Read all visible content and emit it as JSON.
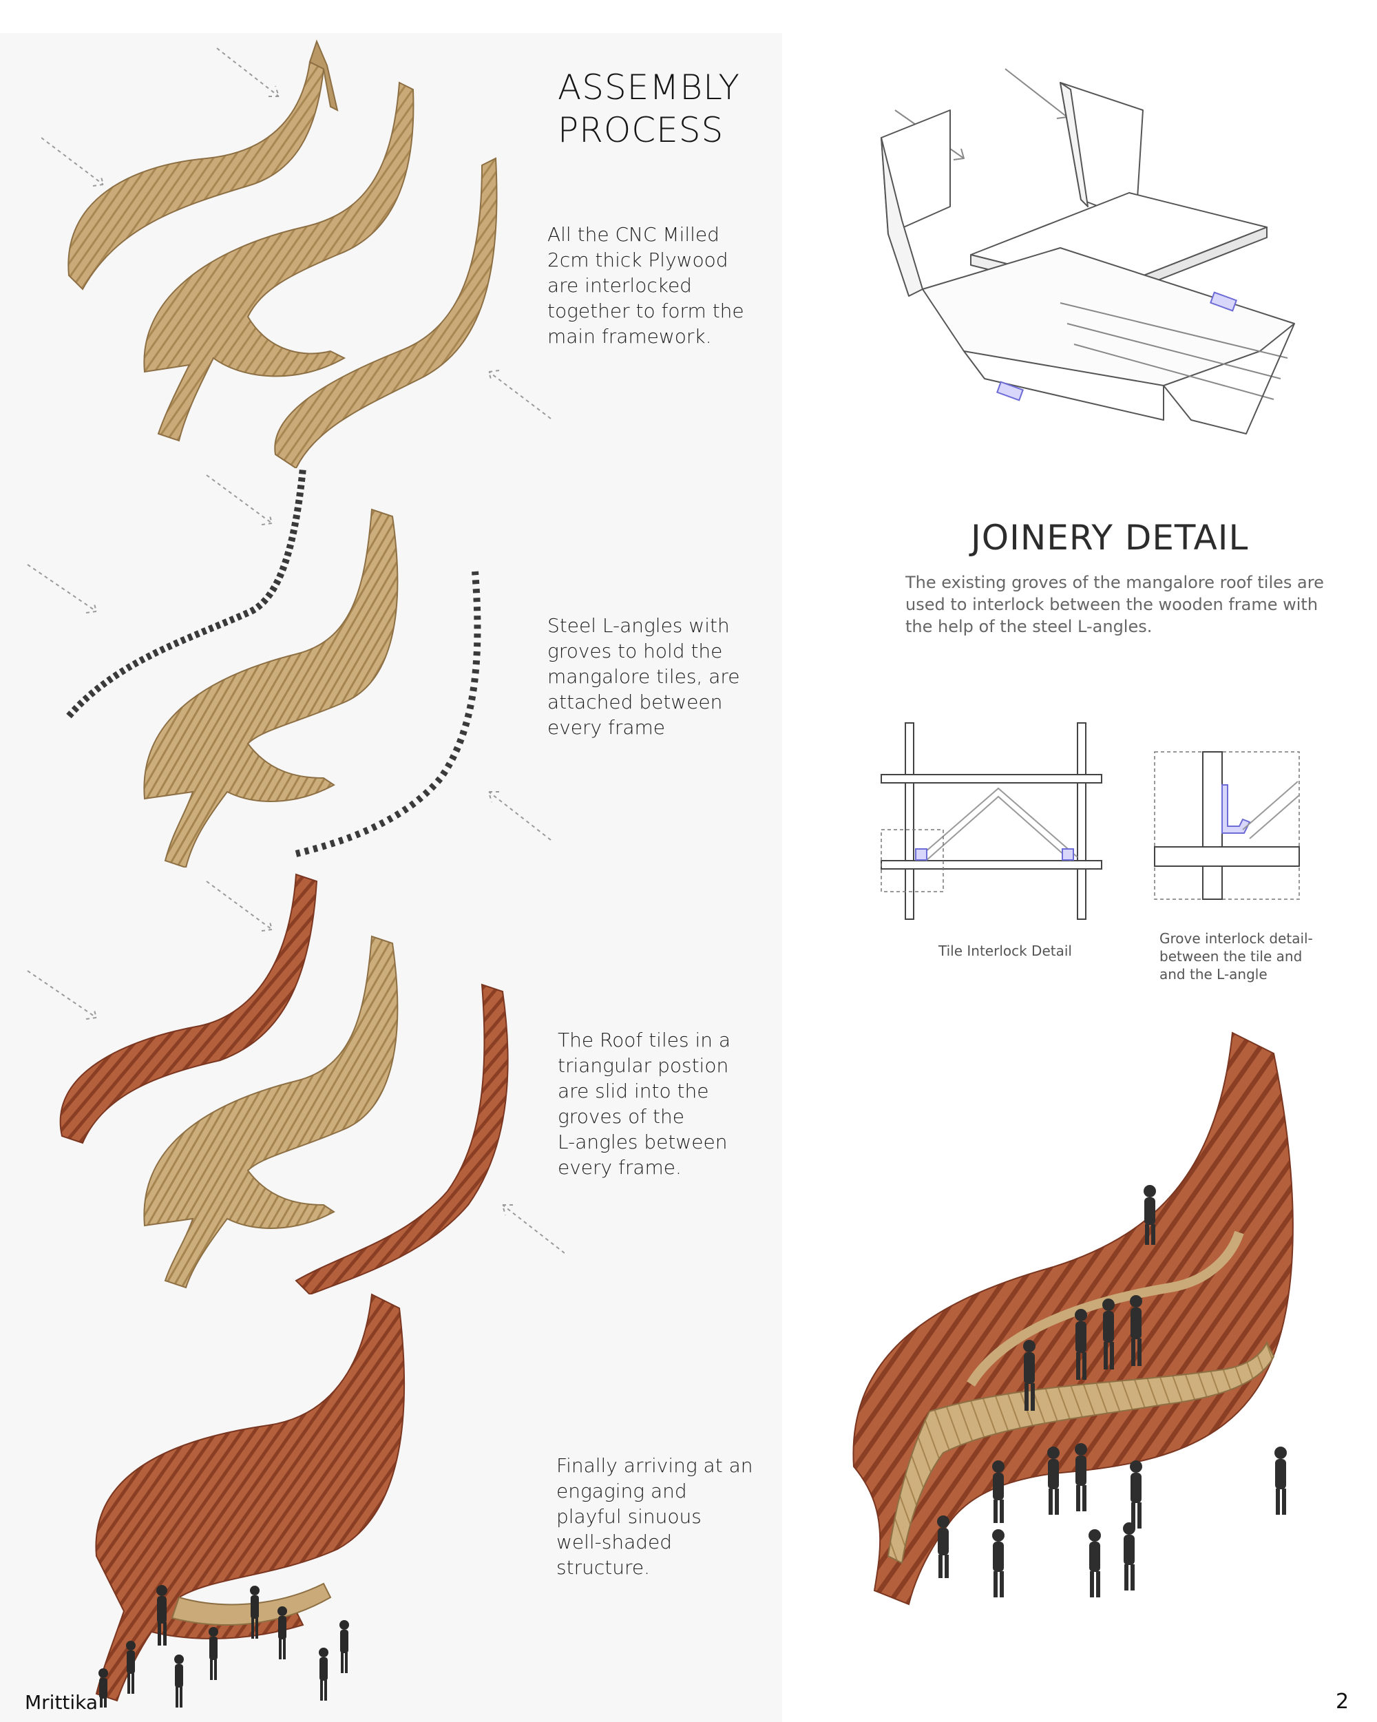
{
  "assembly": {
    "title": "ASSEMBLY\nPROCESS",
    "step1": "All the CNC Milled\n2cm thick Plywood\nare interlocked\ntogether to form the\nmain framework.",
    "step2": "Steel L-angles with\ngroves to hold the\nmangalore tiles, are\nattached between\nevery frame",
    "step3": "The Roof tiles in a\ntriangular postion\nare slid into the\ngroves of the\nL-angles between\nevery frame.",
    "step4": "Finally arriving at an\nengaging and\nplayful sinuous\nwell-shaded\nstructure."
  },
  "joinery": {
    "title": "JOINERY DETAIL",
    "text": "The existing groves of the mangalore roof tiles are used to interlock between the wooden frame with the help of the steel L-angles.",
    "tile_caption": "Tile Interlock Detail",
    "grove_caption": "Grove interlock detail-\nbetween the tile and\nand the L-angle"
  },
  "footer": {
    "author": "Mrittika",
    "page": "2"
  },
  "colors": {
    "plywood": "#c9aa78",
    "plywood_dark": "#9d7f51",
    "tile": "#b4603d",
    "tile_dark": "#8a3f24",
    "steel": "#3a3a3a",
    "accent_blue": "#6d6bd6",
    "line": "#555555"
  }
}
